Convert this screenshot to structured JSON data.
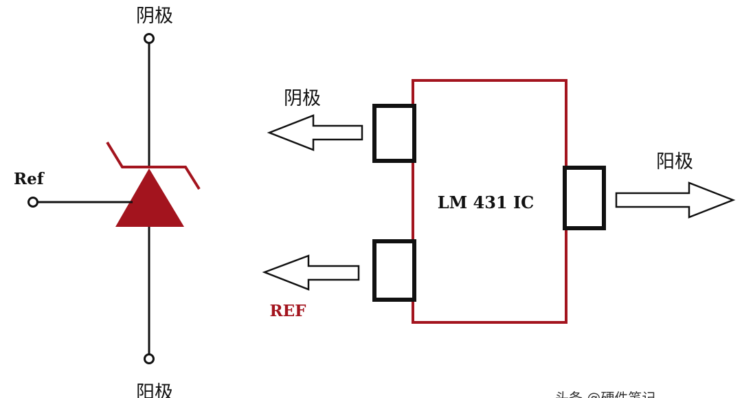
{
  "symbol": {
    "cathode_label": "阴极",
    "anode_label": "阳极",
    "ref_label": "Ref"
  },
  "ic_block": {
    "title": "LM 431 IC",
    "cathode_label": "阴极",
    "anode_label": "阳极",
    "ref_label": "REF"
  },
  "watermark": {
    "text": "头条 @硬件笔记"
  },
  "colors": {
    "accent": "#a3141e",
    "line": "#111111",
    "background": "#ffffff"
  }
}
